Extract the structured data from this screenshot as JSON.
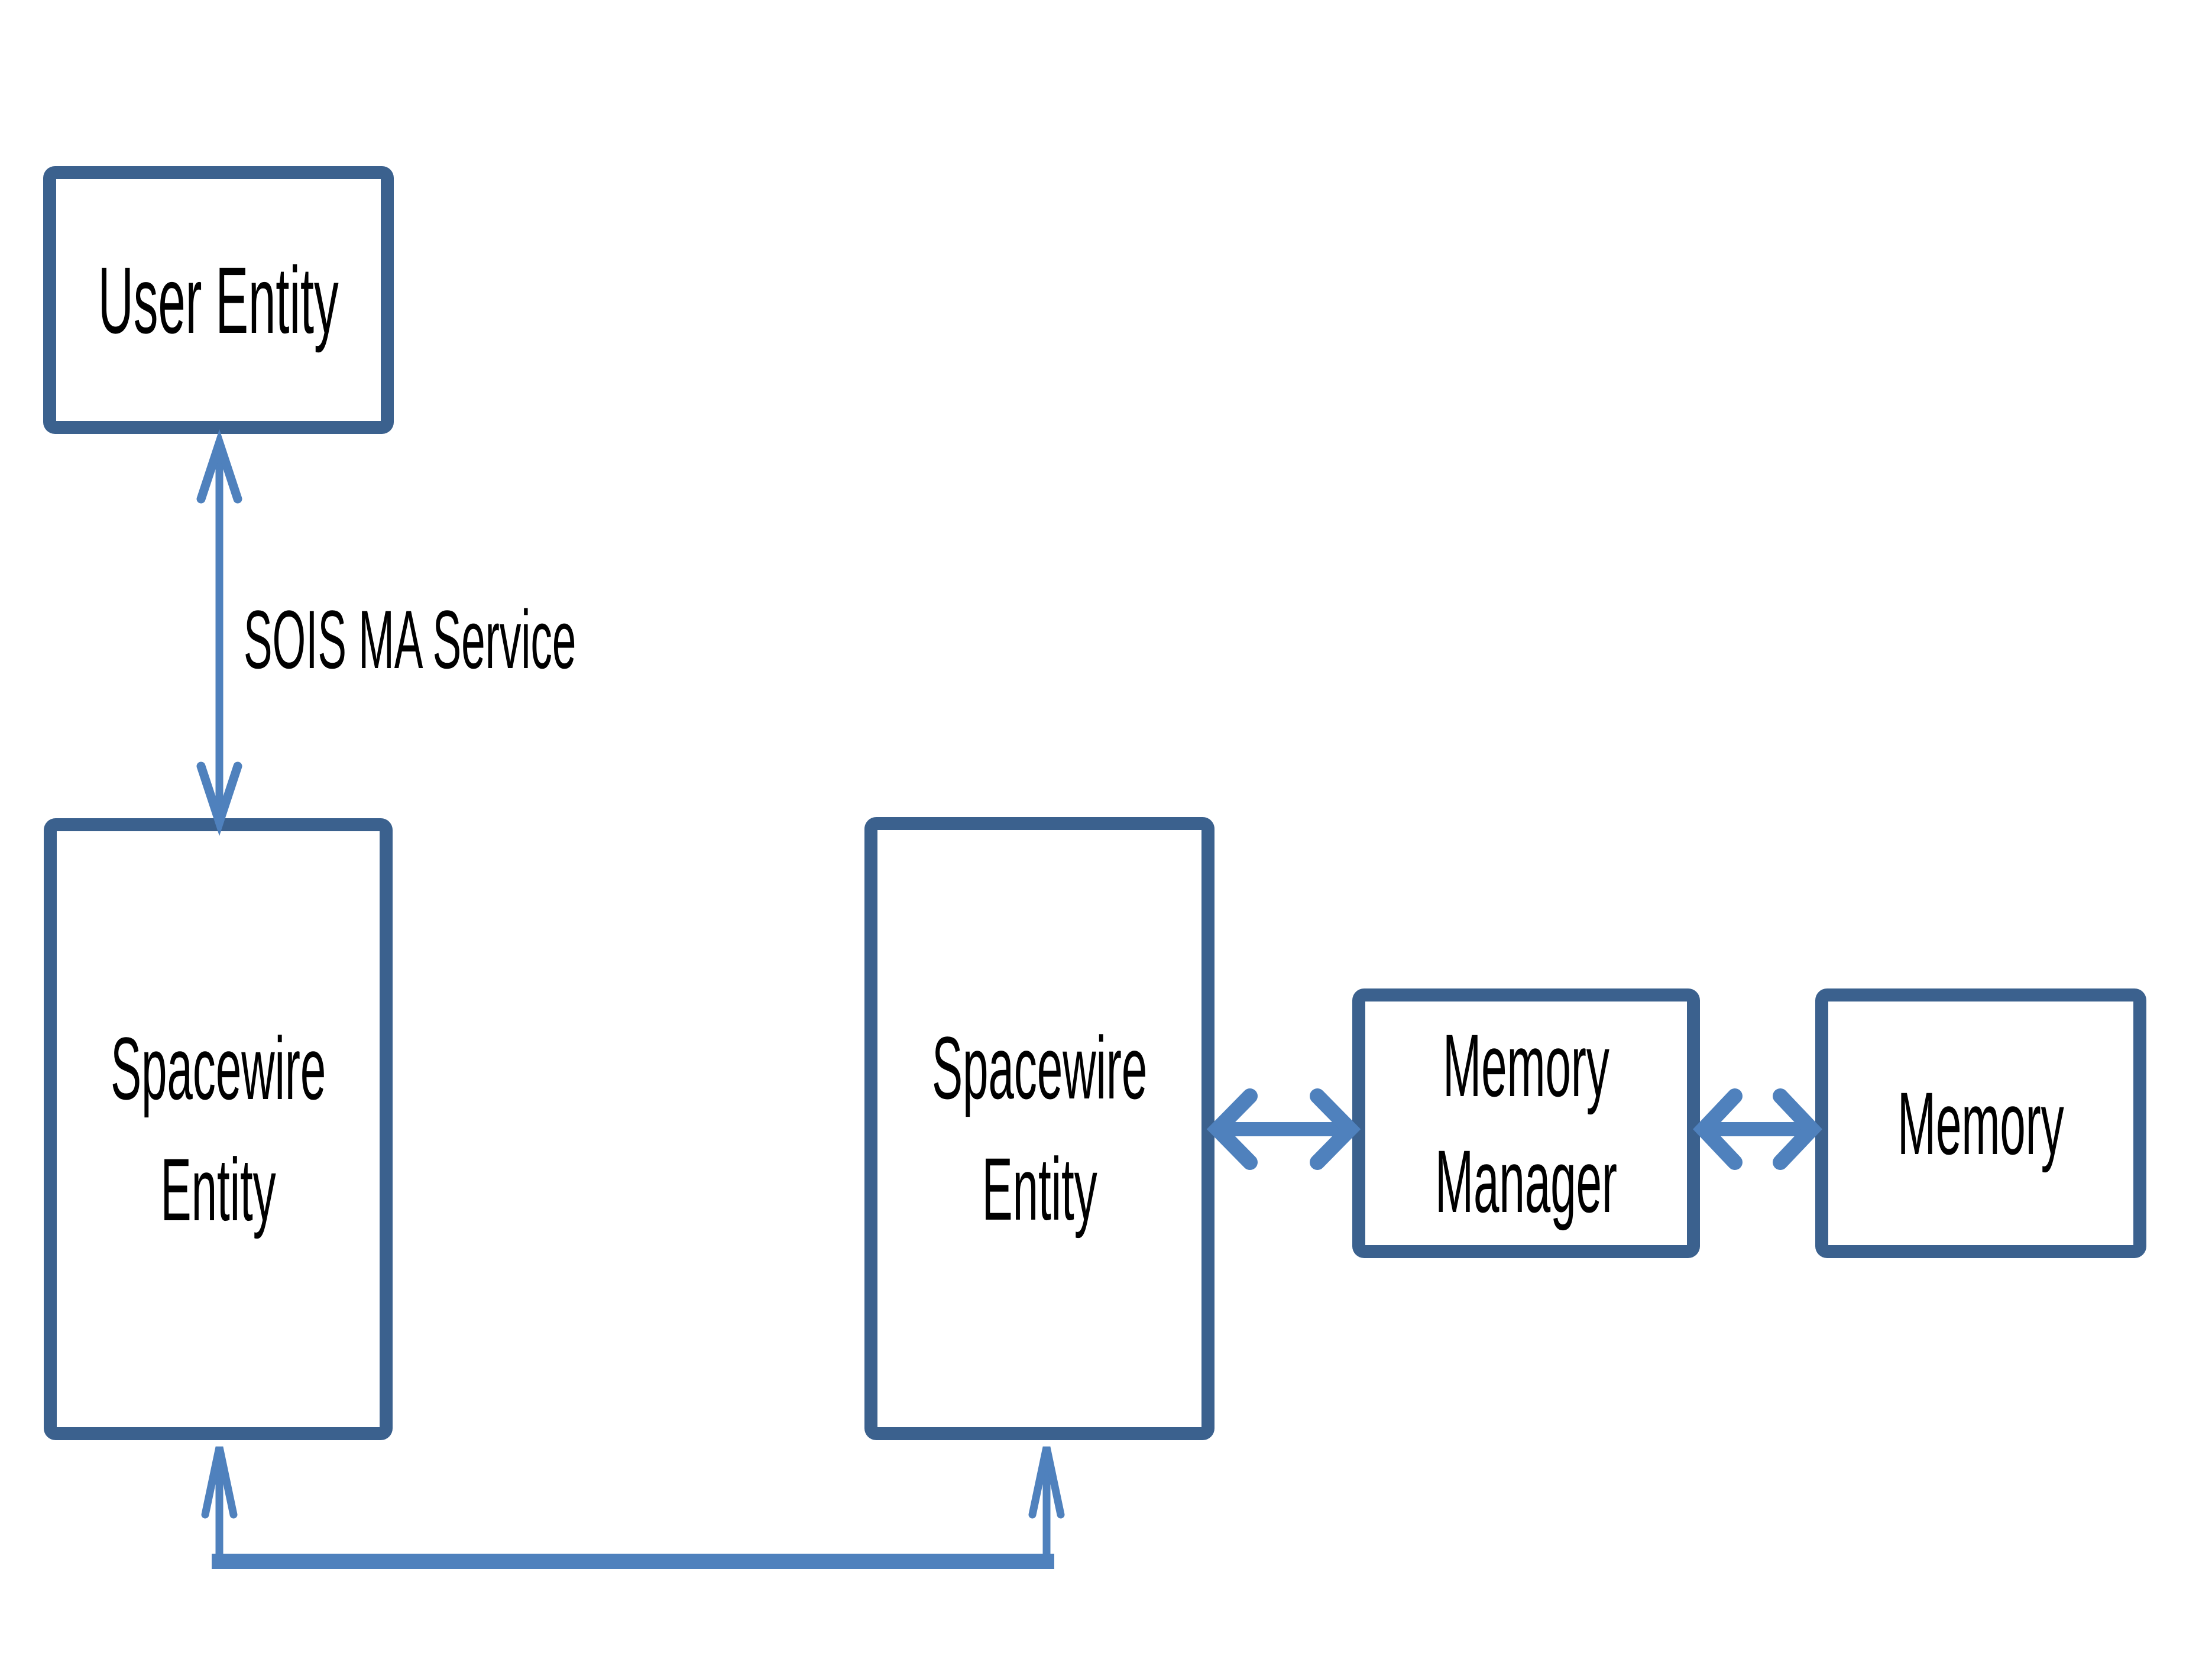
{
  "diagram": {
    "boxes": {
      "user": {
        "label": "User Entity"
      },
      "spacewire1": {
        "line1": "Spacewire",
        "line2": "Entity"
      },
      "spacewire2": {
        "line1": "Spacewire",
        "line2": "Entity"
      },
      "memory_manager": {
        "line1": "Memory",
        "line2": "Manager"
      },
      "memory": {
        "label": "Memory"
      }
    },
    "labels": {
      "sois": "SOIS MA Service"
    },
    "connectors": [
      {
        "from": "User Entity",
        "to": "Spacewire Entity (left)",
        "type": "double-arrow-vertical",
        "label": "SOIS MA Service"
      },
      {
        "from": "Spacewire Entity (middle)",
        "to": "Memory Manager",
        "type": "double-arrow-horizontal",
        "label": ""
      },
      {
        "from": "Memory Manager",
        "to": "Memory",
        "type": "double-arrow-horizontal",
        "label": ""
      },
      {
        "from": "Spacewire Entity (left)",
        "to": "Spacewire Entity (middle)",
        "type": "elbow-double-arrow-bottom",
        "label": ""
      }
    ],
    "colors": {
      "box_border": "#3B618E",
      "arrow": "#4F81BD",
      "text": "#000000",
      "background": "#FFFFFF"
    }
  }
}
